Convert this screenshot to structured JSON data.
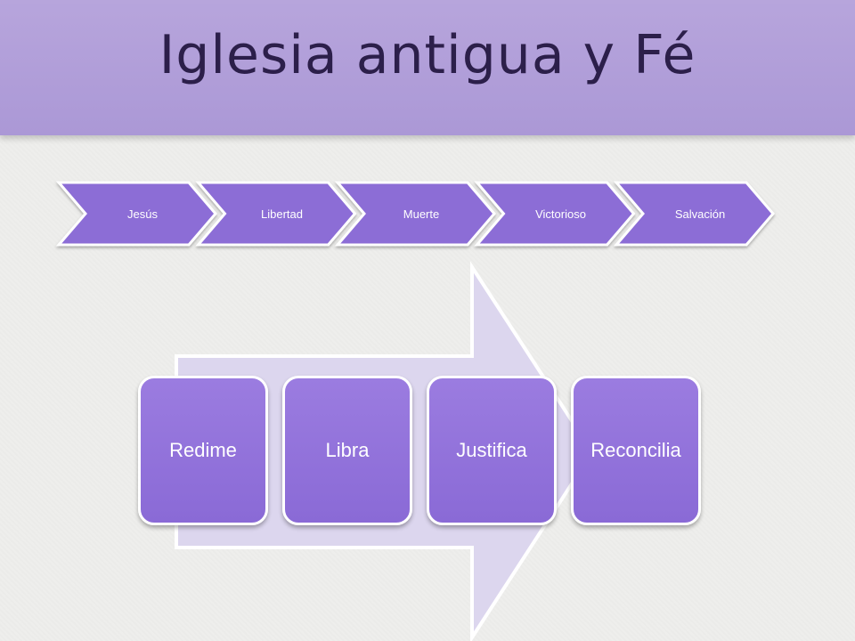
{
  "title": "Iglesia antigua y Fé",
  "process_steps": [
    "Jesús",
    "Libertad",
    "Muerte",
    "Victorioso",
    "Salvación"
  ],
  "boxes": [
    "Redime",
    "Libra",
    "Justifica",
    "Reconcilia"
  ],
  "colors": {
    "title_band": "#b0a0d9",
    "title_text": "#2c1f4a",
    "chevron_fill": "#8c6dd6",
    "box_fill": "#9270dc",
    "arrow_fill": "#dcd6ee",
    "background": "#eeeeec"
  }
}
